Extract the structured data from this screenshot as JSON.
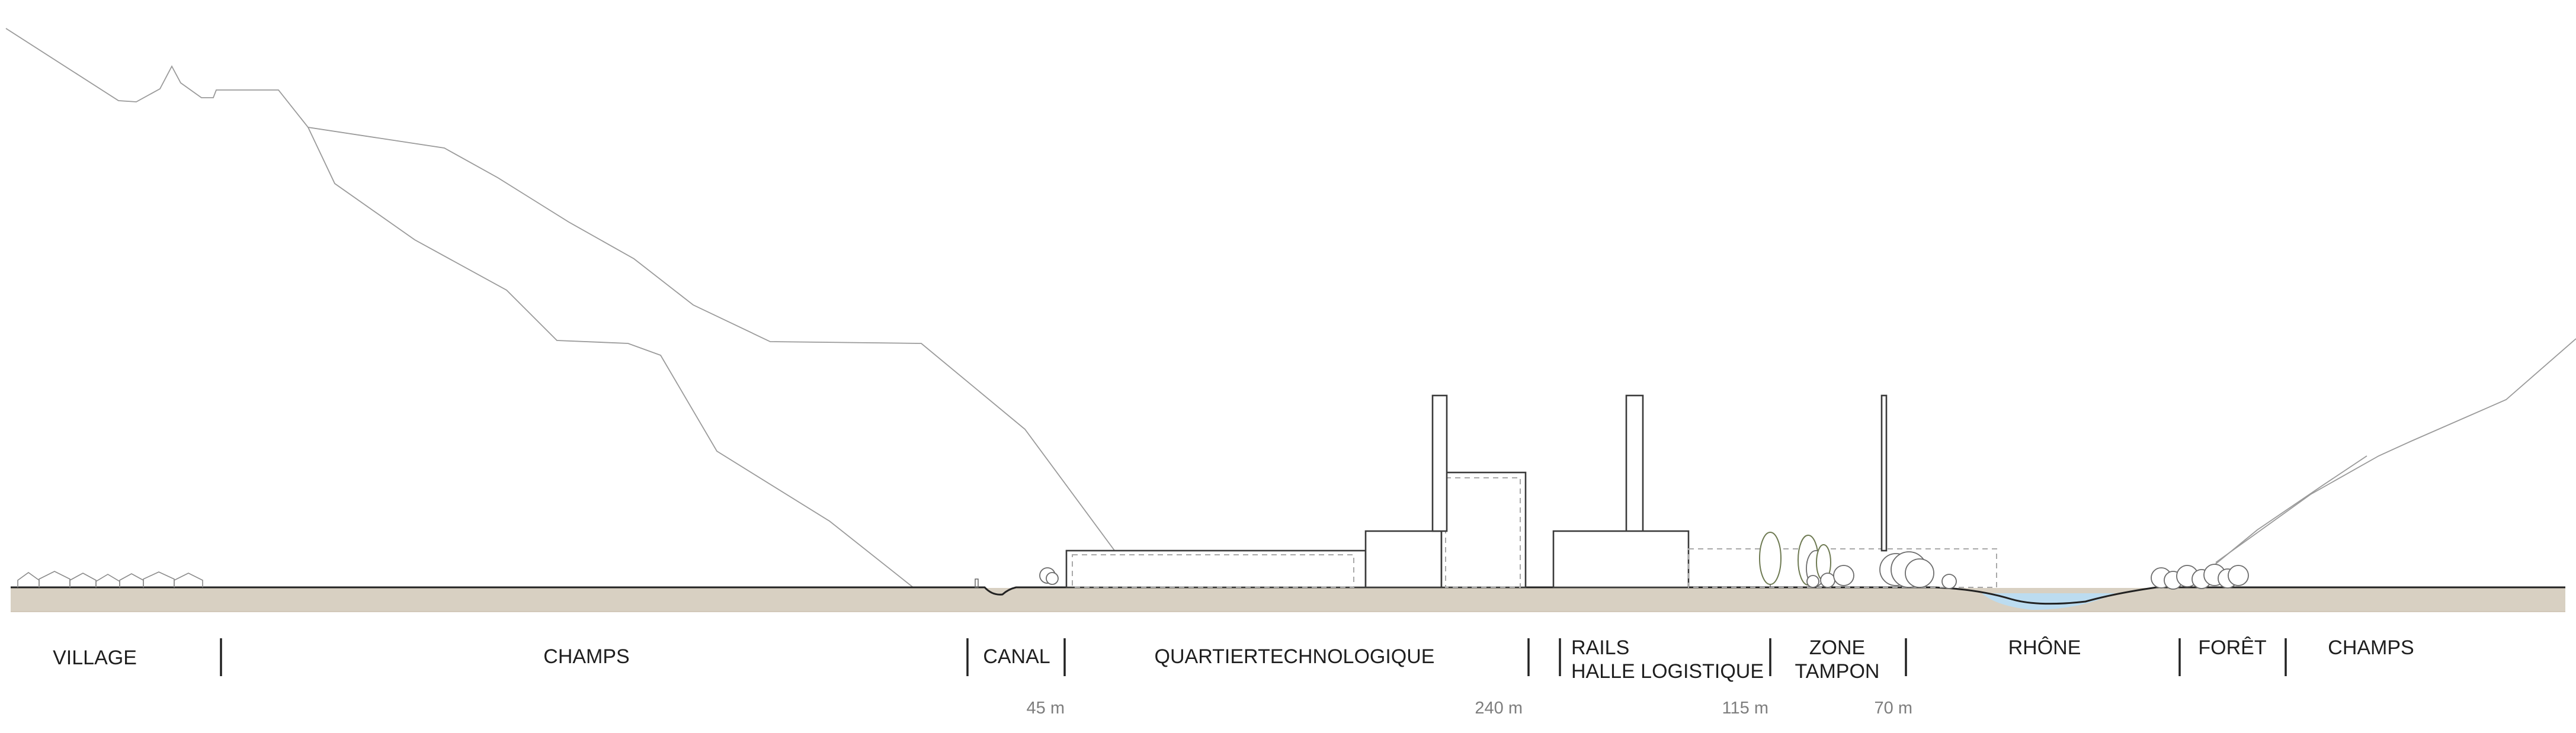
{
  "zones": [
    {
      "label": "VILLAGE"
    },
    {
      "label": "CHAMPS"
    },
    {
      "label": "CANAL"
    },
    {
      "label": "QUARTIERTECHNOLOGIQUE"
    },
    {
      "label_line1": "RAILS",
      "label_line2": "HALLE LOGISTIQUE"
    },
    {
      "label_line1": "ZONE",
      "label_line2": "TAMPON"
    },
    {
      "label": "RHÔNE"
    },
    {
      "label": "FORÊT"
    },
    {
      "label": "CHAMPS"
    }
  ],
  "distances": [
    "45 m",
    "240 m",
    "115 m",
    "70 m"
  ],
  "colors": {
    "ground": "#d8d0c2",
    "water": "#bcdcf0",
    "line": "#222222"
  }
}
